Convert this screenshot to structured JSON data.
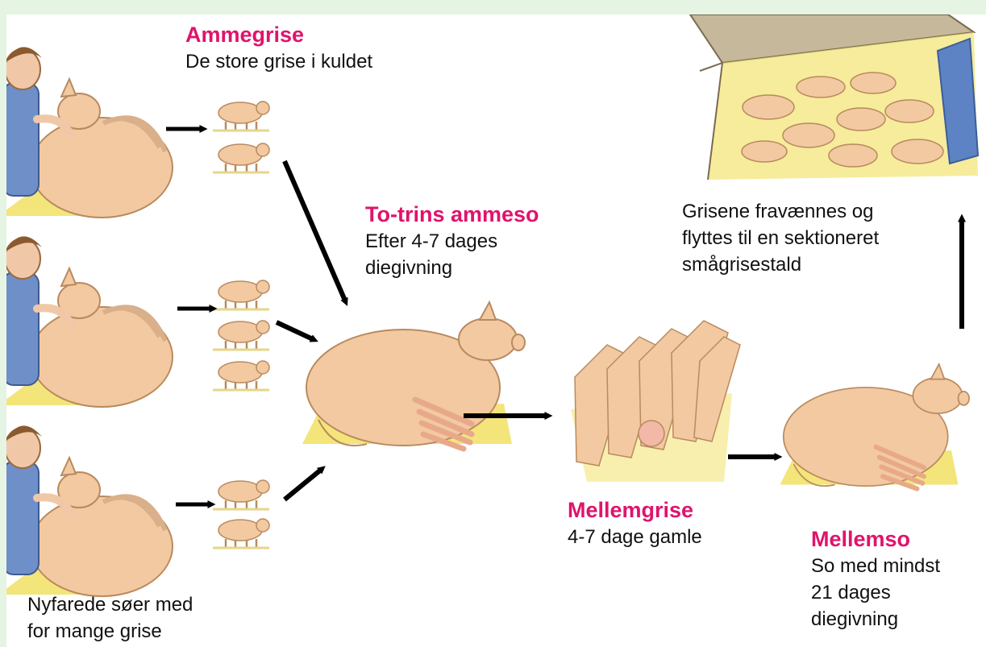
{
  "diagram": {
    "colors": {
      "heading": "#e0136c",
      "text": "#111111",
      "background": "#e6f4e3",
      "pig": "#f2c9a0",
      "straw": "#f3e57a"
    },
    "ammegrise": {
      "title": "Ammegrise",
      "subtitle": "De store grise i kuldet"
    },
    "totrins": {
      "title": "To-trins ammeso",
      "line1": "Efter 4-7 dages",
      "line2": "diegivning"
    },
    "fravaennes": {
      "line1": "Grisene fravænnes og",
      "line2": "flyttes til en sektioneret",
      "line3": "smågrisestald"
    },
    "nyfarede": {
      "line1": "Nyfarede søer med",
      "line2": "for mange grise"
    },
    "mellemgrise": {
      "title": "Mellemgrise",
      "subtitle": "4-7 dage gamle"
    },
    "mellemso": {
      "title": "Mellemso",
      "line1": "So med mindst",
      "line2": "21 dages",
      "line3": "diegivning"
    },
    "illustrations": [
      "farmer-with-sow-illustration",
      "piglets-illustration",
      "nursing-sow-illustration",
      "weaner-pen-illustration",
      "arrow-icon"
    ]
  }
}
